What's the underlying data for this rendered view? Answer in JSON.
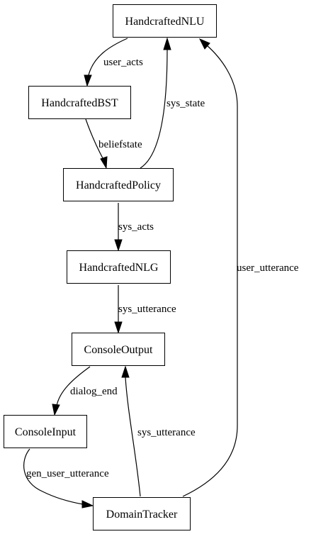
{
  "diagram": {
    "nodes": {
      "nlu": "HandcraftedNLU",
      "bst": "HandcraftedBST",
      "policy": "HandcraftedPolicy",
      "nlg": "HandcraftedNLG",
      "output": "ConsoleOutput",
      "input": "ConsoleInput",
      "tracker": "DomainTracker"
    },
    "edges": {
      "nlu_bst": "user_acts",
      "bst_policy": "beliefstate",
      "policy_nlu": "sys_state",
      "policy_nlg": "sys_acts",
      "nlg_output": "sys_utterance",
      "output_input": "dialog_end",
      "input_tracker": "gen_user_utterance",
      "tracker_output": "sys_utterance",
      "tracker_nlu": "user_utterance"
    }
  }
}
